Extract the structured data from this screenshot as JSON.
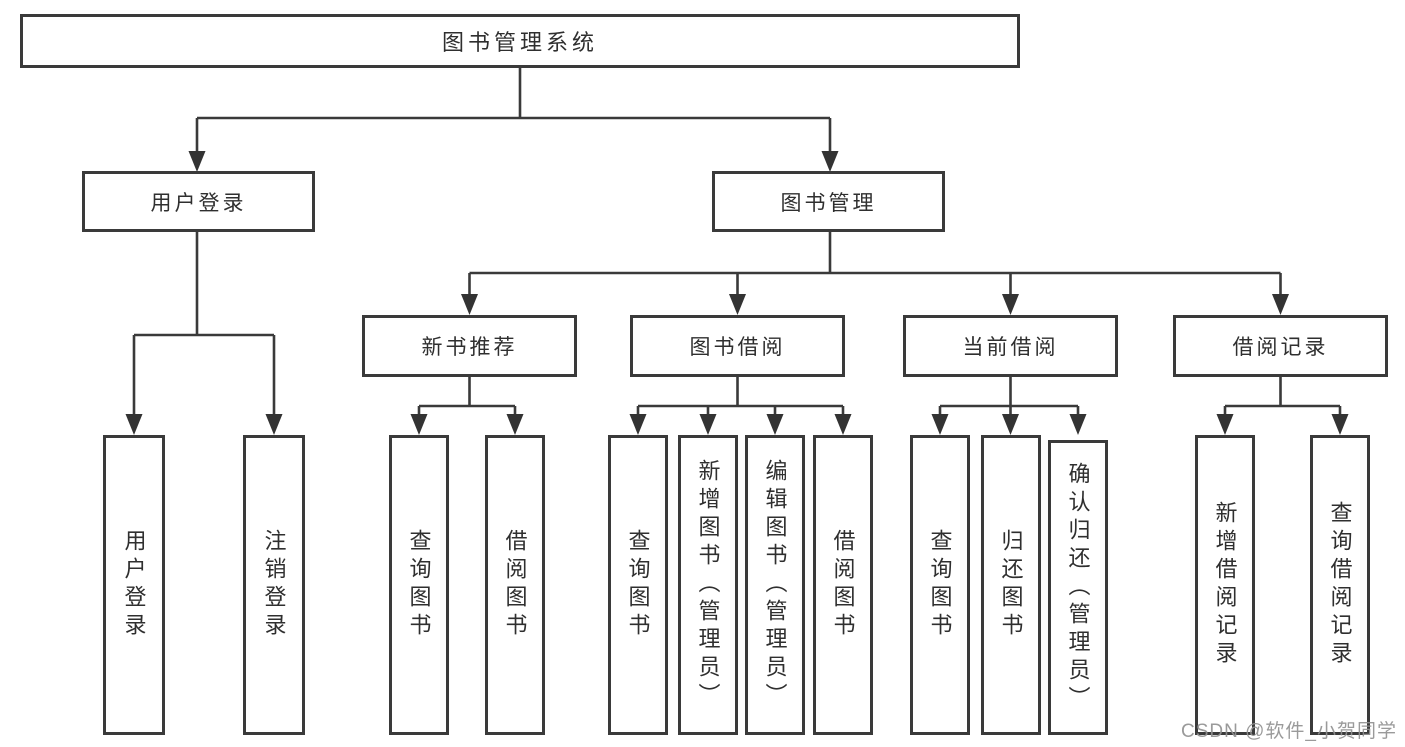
{
  "page": {
    "background": "#ffffff",
    "watermark": {
      "text": "CSDN @软件_小贺同学",
      "color": "#919191"
    }
  },
  "diagram": {
    "type": "hierarchy-flowchart",
    "colors": {
      "line": "#3a3a3a",
      "box_border": "#3a3a3a",
      "box_fill": "#ffffff",
      "text": "#2f2f2f"
    },
    "root": {
      "label": "图书管理系统",
      "children": [
        {
          "label": "用户登录",
          "children": [
            {
              "label": "用户登录"
            },
            {
              "label": "注销登录"
            }
          ]
        },
        {
          "label": "图书管理",
          "children": [
            {
              "label": "新书推荐",
              "children": [
                {
                  "label": "查询图书"
                },
                {
                  "label": "借阅图书"
                }
              ]
            },
            {
              "label": "图书借阅",
              "children": [
                {
                  "label": "查询图书"
                },
                {
                  "label": "新增图书（管理员）"
                },
                {
                  "label": "编辑图书（管理员）"
                },
                {
                  "label": "借阅图书"
                }
              ]
            },
            {
              "label": "当前借阅",
              "children": [
                {
                  "label": "查询图书"
                },
                {
                  "label": "归还图书"
                },
                {
                  "label": "确认归还（管理员）"
                }
              ]
            },
            {
              "label": "借阅记录",
              "children": [
                {
                  "label": "新增借阅记录"
                },
                {
                  "label": "查询借阅记录"
                }
              ]
            }
          ]
        }
      ]
    }
  }
}
